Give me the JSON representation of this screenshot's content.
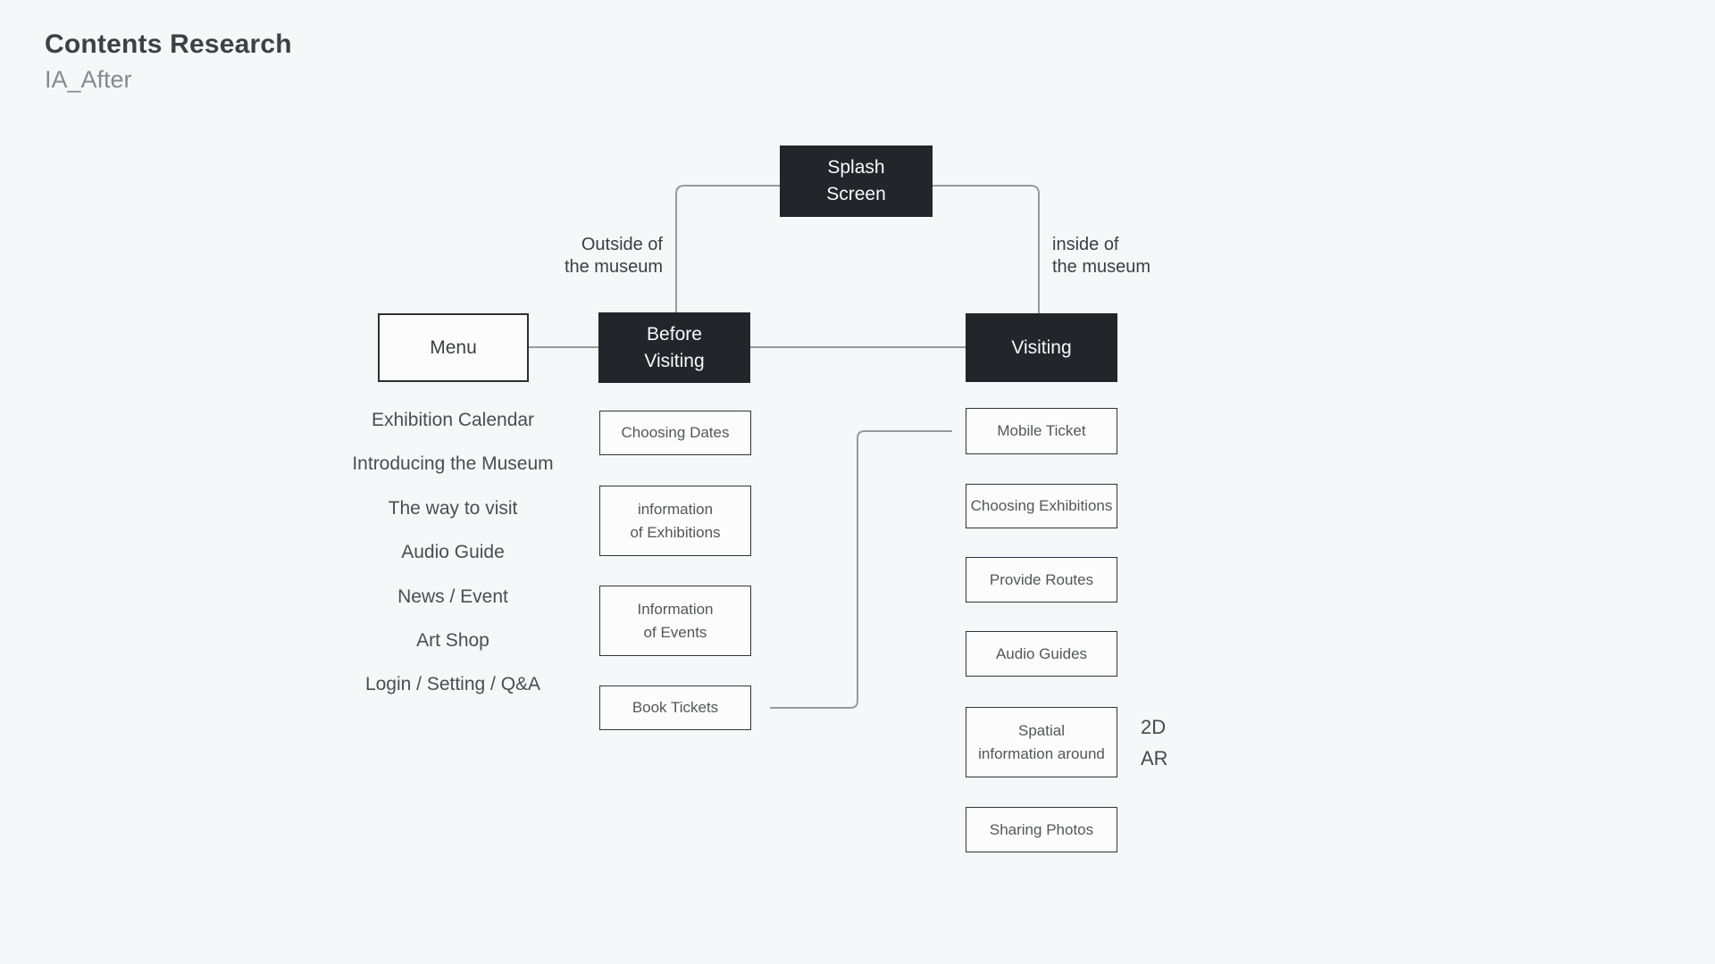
{
  "header": {
    "title": "Contents Research",
    "subtitle": "IA_After"
  },
  "nodes": {
    "splash": "Splash\nScreen",
    "menu": "Menu",
    "before_visiting": "Before\nVisiting",
    "visiting": "Visiting"
  },
  "annotations": {
    "outside": "Outside of\nthe museum",
    "inside": "inside of\nthe museum",
    "spatial_2d": "2D",
    "spatial_ar": "AR"
  },
  "menu": {
    "items": [
      "Exhibition Calendar",
      "Introducing the Museum",
      "The way to visit",
      "Audio Guide",
      "News / Event",
      "Art Shop",
      "Login / Setting / Q&A"
    ]
  },
  "before_visiting": {
    "items": [
      "Choosing Dates",
      "information\nof Exhibitions",
      "Information\nof Events",
      "Book Tickets"
    ]
  },
  "visiting": {
    "items": [
      "Mobile Ticket",
      "Choosing Exhibitions",
      "Provide Routes",
      "Audio Guides",
      "Spatial\ninformation around",
      "Sharing Photos"
    ]
  },
  "colors": {
    "background": "#f6f7f9",
    "node_dark": "#22252a",
    "leaf_border": "#323439",
    "connector": "#97999e"
  }
}
